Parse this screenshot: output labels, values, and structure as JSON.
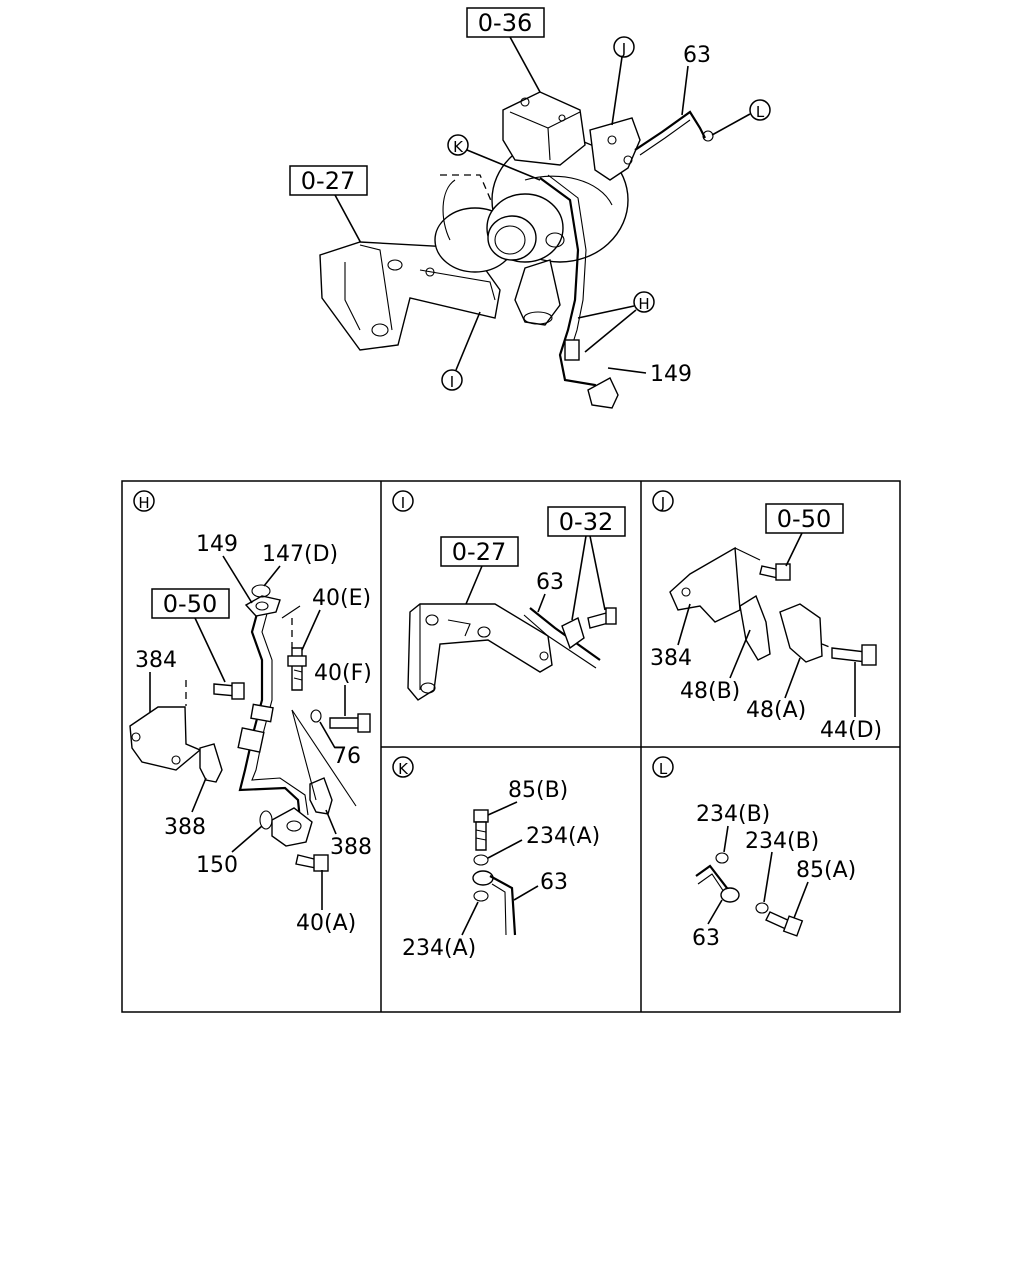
{
  "overview": {
    "ref_0_36": "0-36",
    "ref_0_27": "0-27",
    "view_J": "J",
    "view_K": "K",
    "view_L": "L",
    "view_H": "H",
    "view_I": "I",
    "part_63": "63",
    "part_149": "149"
  },
  "panel_H": {
    "view": "H",
    "ref": "0-50",
    "labels": [
      "149",
      "147(D)",
      "40(E)",
      "384",
      "40(F)",
      "76",
      "388",
      "150",
      "388",
      "40(A)"
    ]
  },
  "panel_I": {
    "view": "I",
    "refs": [
      "0-27",
      "0-32"
    ],
    "labels": [
      "63"
    ]
  },
  "panel_J": {
    "view": "J",
    "ref": "0-50",
    "labels": [
      "384",
      "48(B)",
      "48(A)",
      "44(D)"
    ]
  },
  "panel_K": {
    "view": "K",
    "labels": [
      "85(B)",
      "234(A)",
      "63",
      "234(A)"
    ]
  },
  "panel_L": {
    "view": "L",
    "labels": [
      "234(B)",
      "234(B)",
      "85(A)",
      "63"
    ]
  }
}
